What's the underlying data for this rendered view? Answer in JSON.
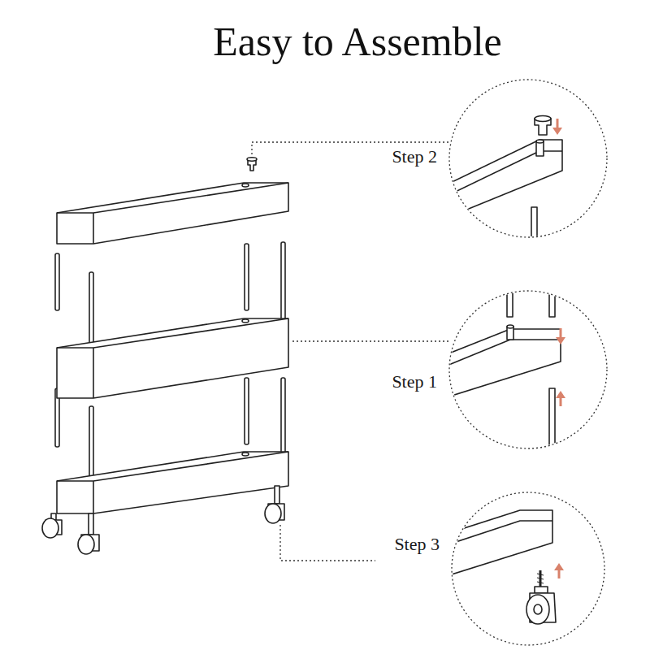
{
  "diagram": {
    "title": "Easy to Assemble",
    "nodes": [
      {
        "text": [
          "Step 2"
        ]
      },
      {
        "text": [
          "Step 1"
        ]
      },
      {
        "text": [
          "Step 3"
        ]
      }
    ]
  }
}
